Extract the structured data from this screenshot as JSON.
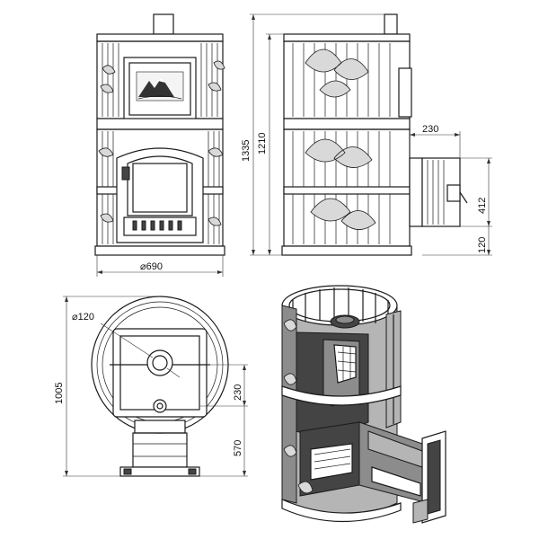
{
  "dimensions": {
    "overall_height": "1335",
    "body_height": "1210",
    "chimney_offset": "230",
    "outlet_height": "412",
    "outlet_base": "120",
    "diameter": "⌀690",
    "flue_diameter": "⌀120",
    "depth_total": "1005",
    "plan_offset": "230",
    "plan_depth": "570"
  }
}
